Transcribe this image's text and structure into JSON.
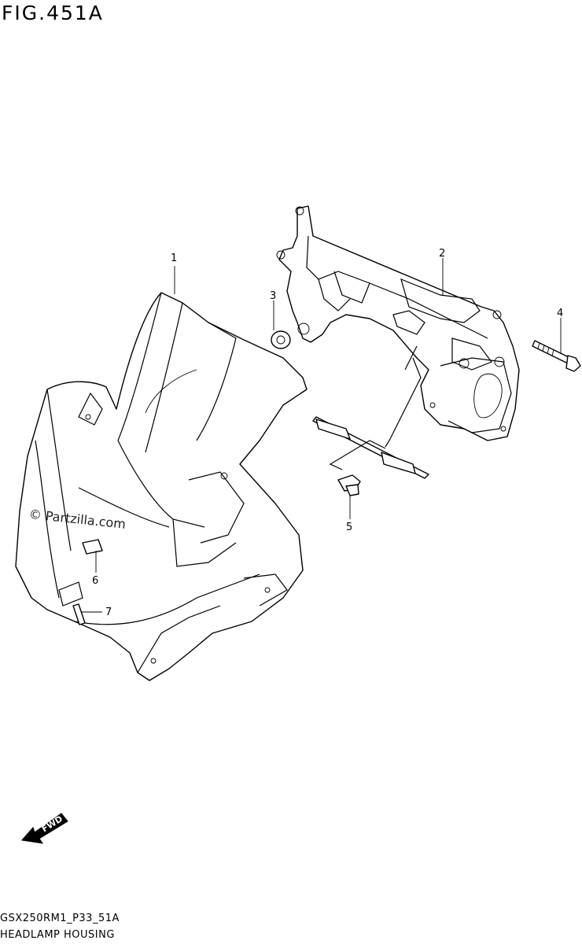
{
  "figure": {
    "title": "FIG.451A",
    "code": "GSX250RM1_P33_51A",
    "name": "HEADLAMP HOUSING",
    "watermark": "© Partzilla.com",
    "fwd_label": "FWD"
  },
  "callouts": [
    {
      "id": "1",
      "label": "1"
    },
    {
      "id": "2",
      "label": "2"
    },
    {
      "id": "3",
      "label": "3"
    },
    {
      "id": "4",
      "label": "4"
    },
    {
      "id": "5",
      "label": "5"
    },
    {
      "id": "6",
      "label": "6"
    },
    {
      "id": "7",
      "label": "7"
    }
  ]
}
